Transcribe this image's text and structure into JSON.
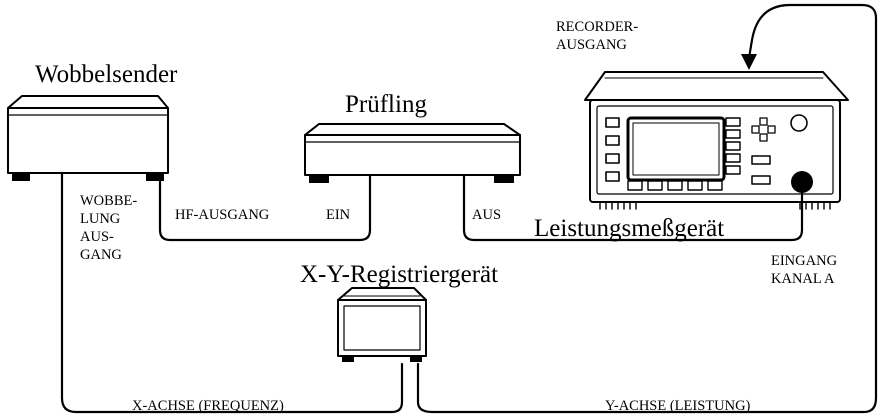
{
  "devices": {
    "sweeper": {
      "title": "Wobbelsender"
    },
    "dut": {
      "title": "Prüfling"
    },
    "power_meter": {
      "title": "Leistungsmeßgerät"
    },
    "xy_recorder": {
      "title": "X-Y-Registriergerät"
    }
  },
  "ports": {
    "sweep_out": "WOBBE-\nLUNG\nAUS-\nGANG",
    "rf_out": "HF-AUSGANG",
    "dut_in": "EIN",
    "dut_out": "AUS",
    "recorder_out": "RECORDER-\nAUSGANG",
    "channel_a_in": "EINGANG\nKANAL A"
  },
  "axes": {
    "x_axis": "X-ACHSE (FREQUENZ)",
    "y_axis": "Y-ACHSE (LEISTUNG)"
  },
  "colors": {
    "line": "#000000",
    "screen": "#ffffff",
    "background": "#ffffff"
  }
}
